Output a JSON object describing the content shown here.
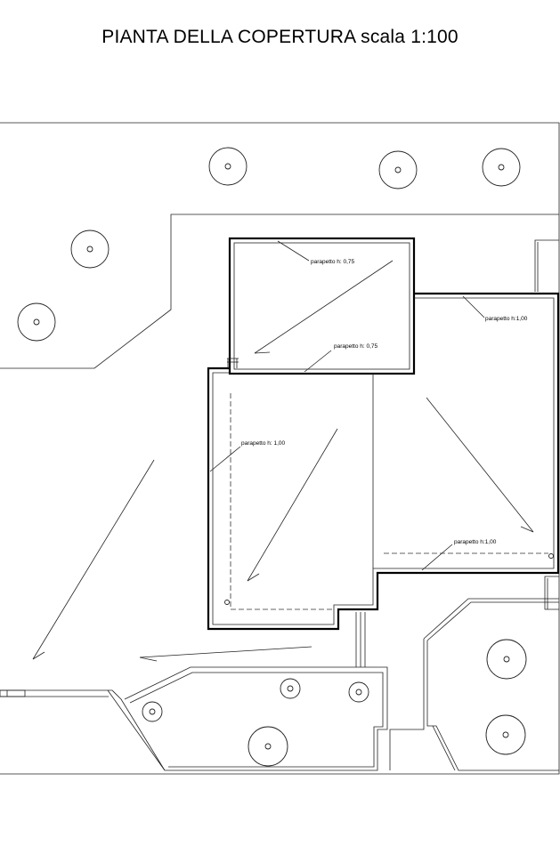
{
  "title": "PIANTA DELLA COPERTURA scala 1:100",
  "labels": {
    "parapet_top_a": "parapetto h: 0,75",
    "parapet_top_b": "parapetto h: 0,75",
    "parapet_right_top": "parapetto h:1,00",
    "parapet_left_mid": "parapetto h: 1,00",
    "parapet_right_bottom": "parapetto h:1,00"
  }
}
